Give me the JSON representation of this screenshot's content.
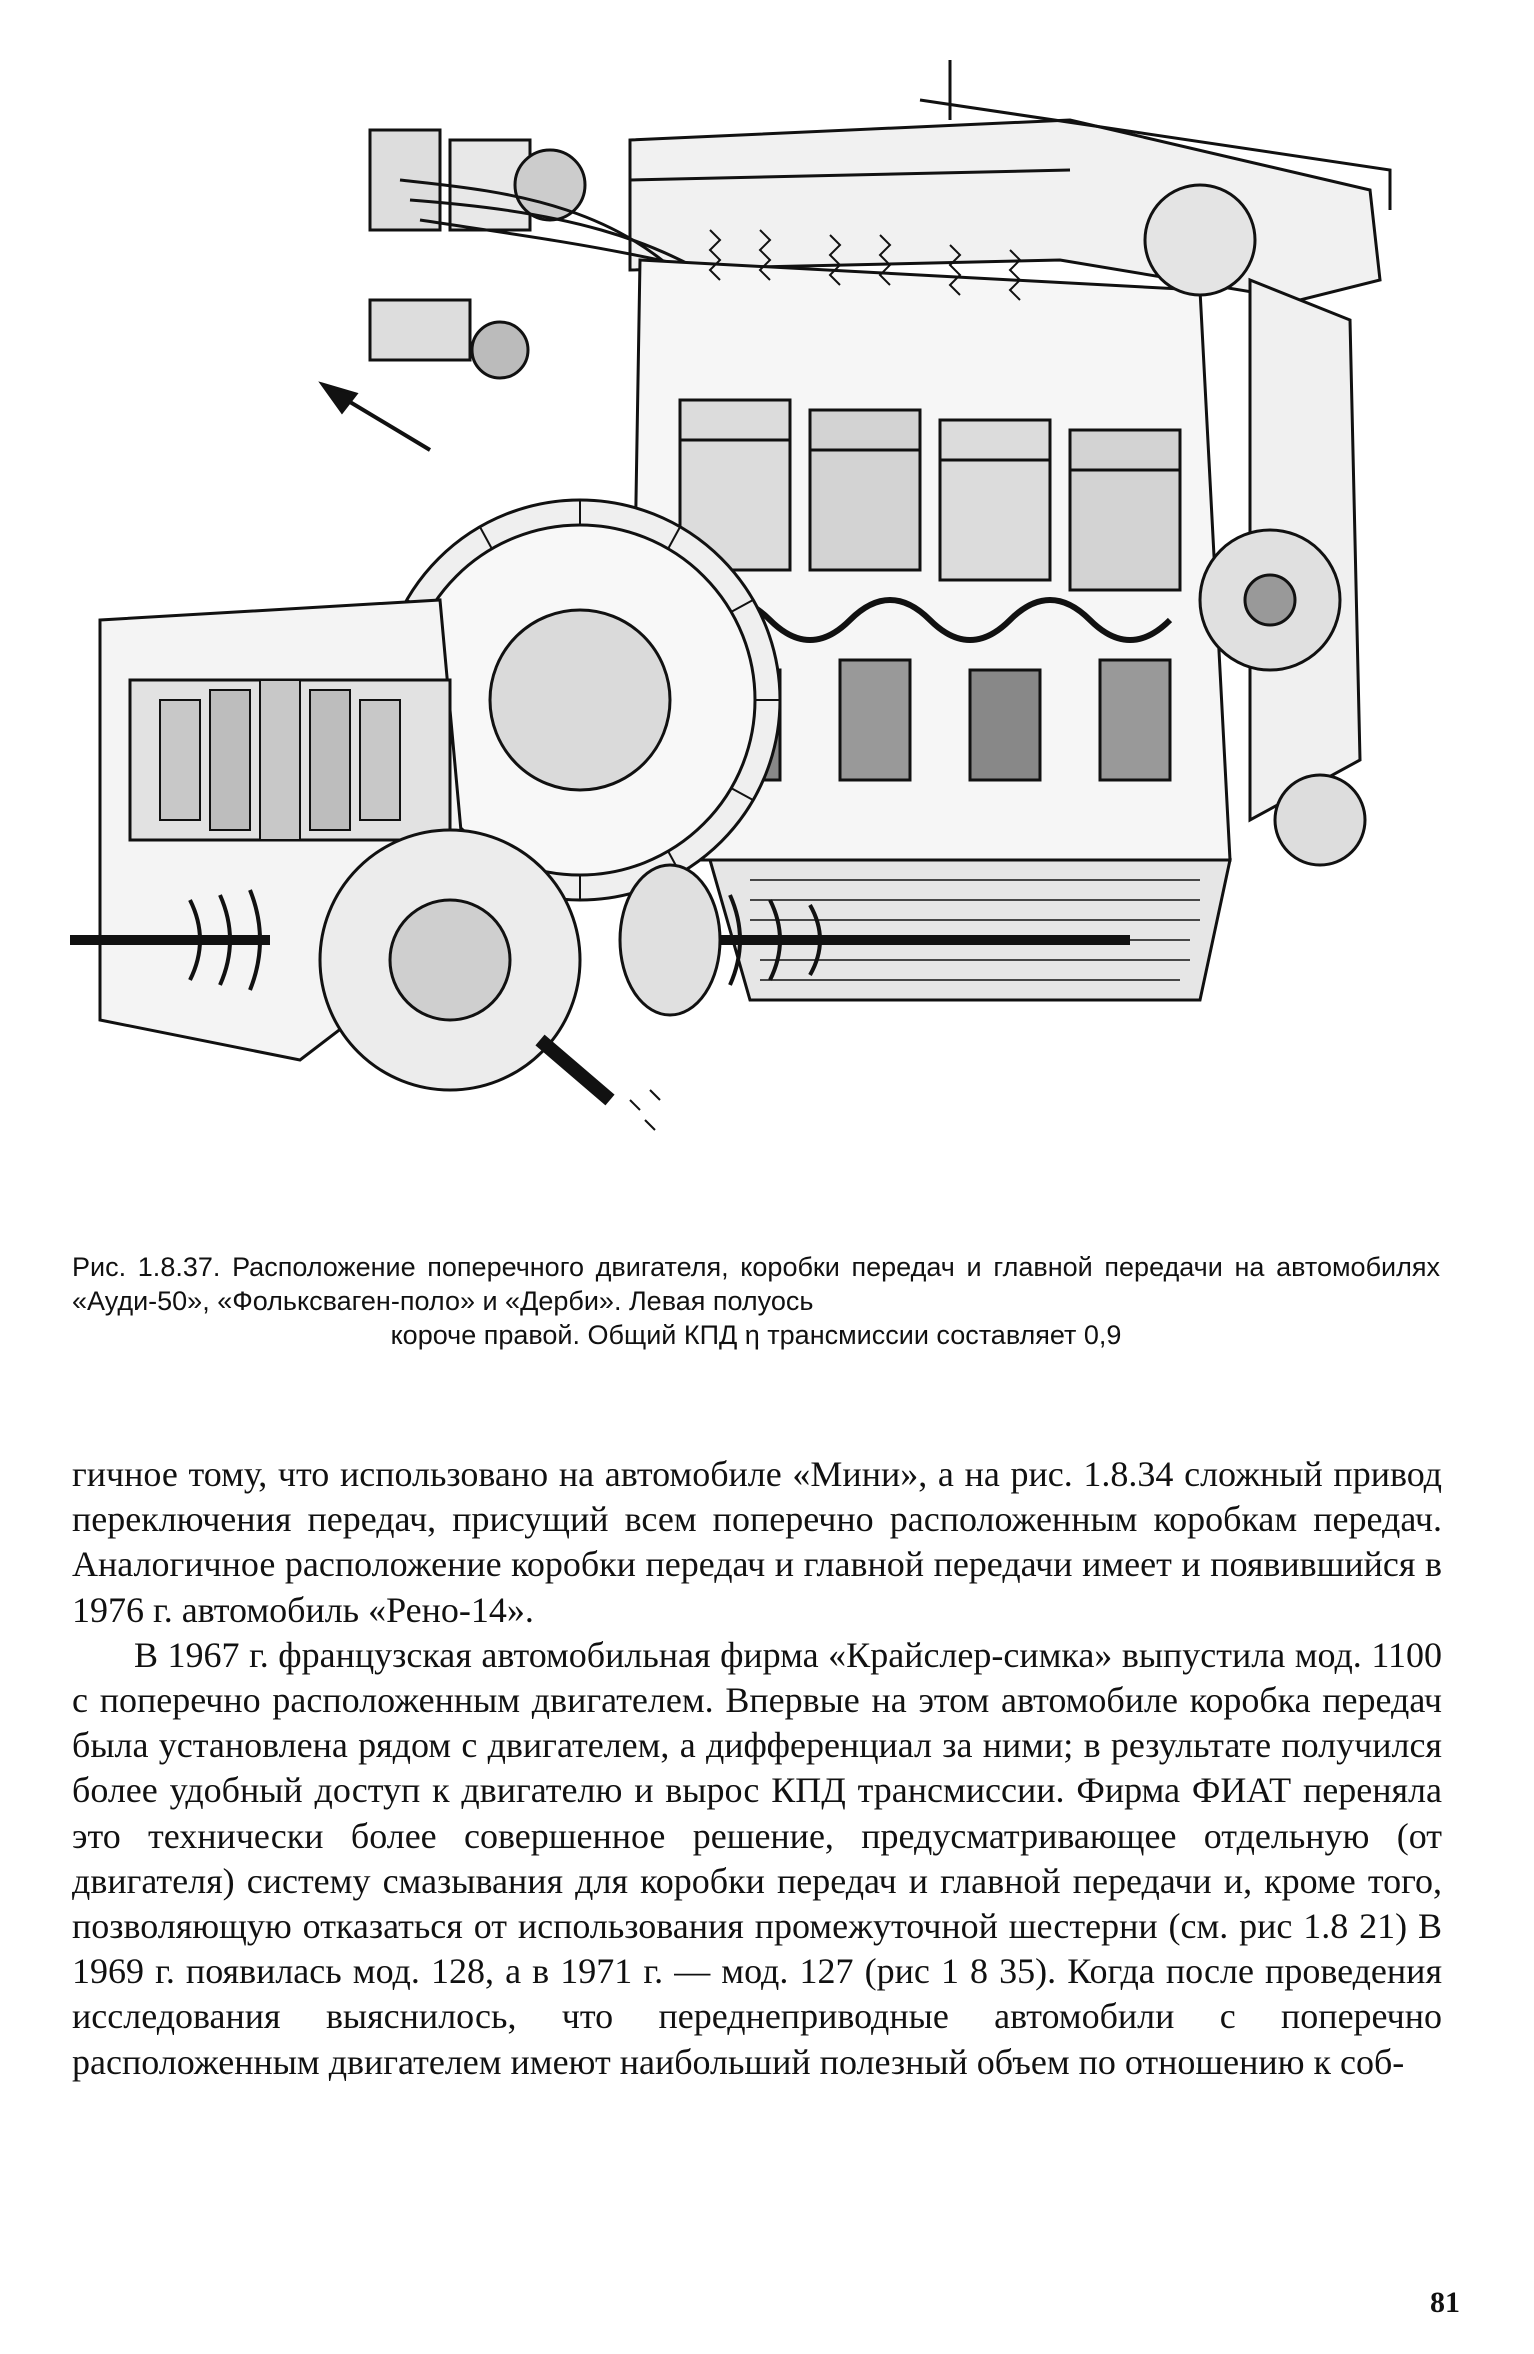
{
  "figure": {
    "image_semantic": "transverse-engine-gearbox-cutaway-drawing",
    "caption_lines": [
      "Рис. 1.8.37. Расположение поперечного двигателя, коробки передач и главной передачи на автомобилях «Ауди-50», «Фольксваген-поло» и «Дерби». Левая полуось",
      "короче правой. Общий КПД η трансмиссии составляет 0,9"
    ]
  },
  "body": {
    "paragraphs": [
      "гичное тому, что использовано на автомобиле «Мини», а на рис. 1.8.34 сложный привод переключения передач, присущий всем поперечно расположенным коробкам передач. Аналогичное расположение коробки передач и главной передачи имеет и появившийся в 1976 г. автомобиль «Рено-14».",
      "В 1967 г. французская автомобильная фирма «Крайслер-симка» выпустила мод. 1100 с поперечно расположенным двигателем. Впервые на этом автомобиле коробка передач была установлена рядом с двигателем, а дифференциал за ними; в результате получился более удобный доступ к двигателю и вырос КПД трансмиссии. Фирма ФИАТ переняла это технически более совершенное решение, предусматривающее отдельную (от двигателя) систему смазывания для коробки передач и главной передачи и, кроме того, позволяющую отказаться от использования промежуточной шестерни (см. рис 1.8 21) В 1969 г. появилась мод. 128, а в 1971 г. — мод. 127 (рис 1 8 35). Когда после проведения исследования выяснилось, что переднеприводные автомобили с поперечно расположенным двигателем имеют наибольший полезный объем по отношению к соб-"
    ]
  },
  "page_number": "81"
}
